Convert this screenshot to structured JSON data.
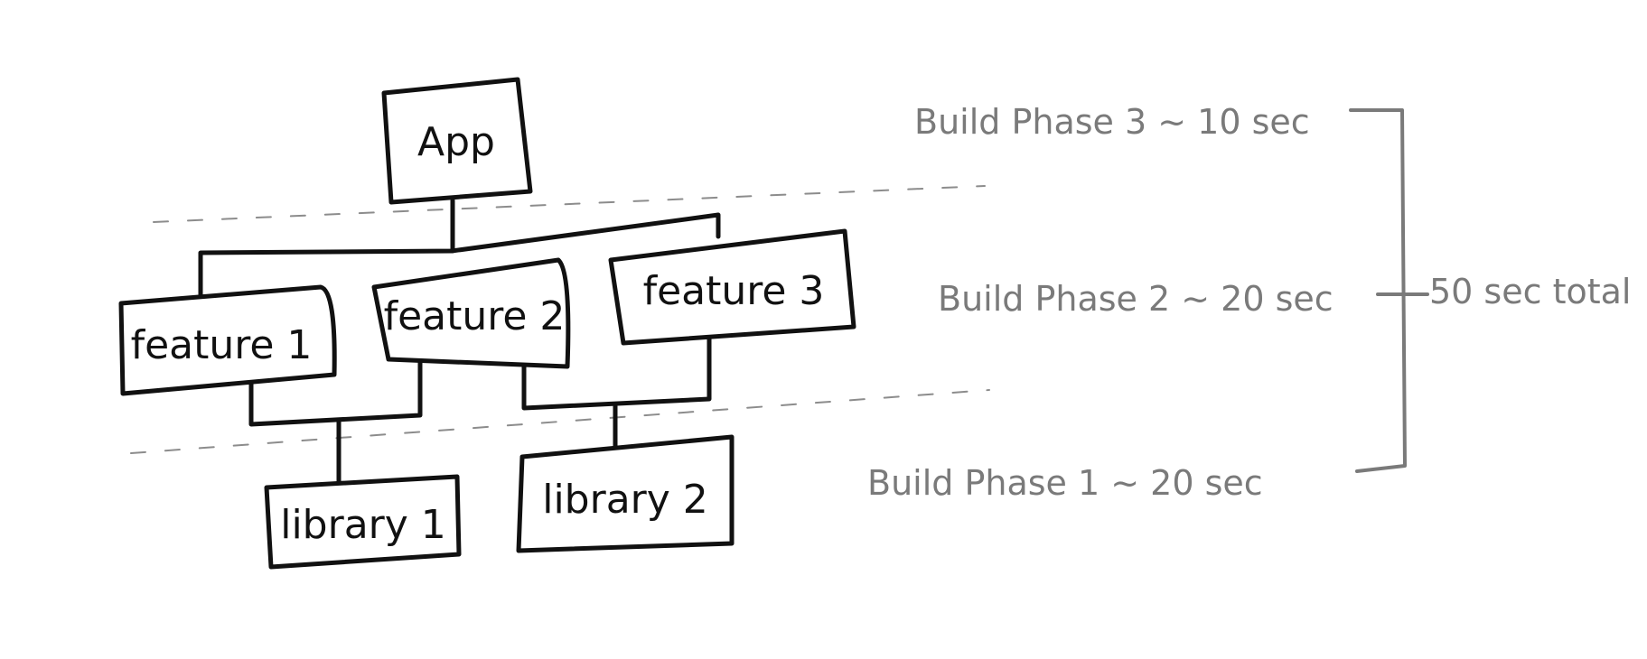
{
  "nodes": {
    "app": "App",
    "feature1": "feature 1",
    "feature2": "feature 2",
    "feature3": "feature 3",
    "library1": "library 1",
    "library2": "library 2"
  },
  "phases": {
    "phase3": "Build Phase 3 ~ 10 sec",
    "phase2": "Build Phase 2 ~ 20 sec",
    "phase1": "Build Phase 1 ~ 20 sec"
  },
  "total": "50 sec total",
  "colors": {
    "ink": "#111111",
    "annotation": "#7a7a7a",
    "divider": "#8c8c8c",
    "background": "#ffffff"
  }
}
